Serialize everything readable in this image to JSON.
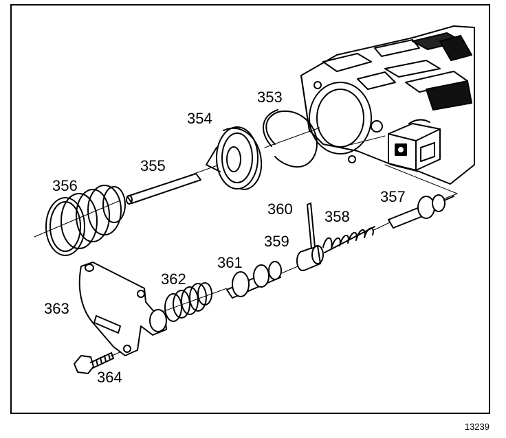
{
  "callouts": {
    "c353": "353",
    "c354": "354",
    "c355": "355",
    "c356": "356",
    "c357": "357",
    "c358": "358",
    "c359": "359",
    "c360": "360",
    "c361": "361",
    "c362": "362",
    "c363": "363",
    "c364": "364"
  },
  "figure_number": "13239"
}
